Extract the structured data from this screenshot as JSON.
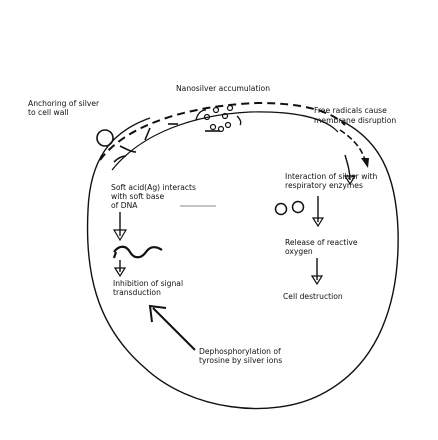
{
  "diagram": {
    "labels": {
      "nanosilver_accumulation": "Nanosilver accumulation",
      "anchoring_line1": "Anchoring of silver",
      "anchoring_line2": "to cell wall",
      "free_radicals_line1": "Free radicals cause",
      "free_radicals_line2": "membrane disruption",
      "soft_acid_line1": "Soft acid(Ag) interacts",
      "soft_acid_line2": "with soft base",
      "soft_acid_line3": "of DNA",
      "interaction_line1": "Interaction of silver with",
      "interaction_line2": "respiratory enzymes",
      "release_line1": "Release of reactive",
      "release_line2": "oxygen",
      "inhibition_line1": "Inhibition of signal",
      "inhibition_line2": "transduction",
      "cell_destruction": "Cell destruction",
      "dephos_line1": "Dephosphorylation of",
      "dephos_line2": "tyrosine by silver ions"
    },
    "colors": {
      "ink": "#111111",
      "background": "#ffffff"
    }
  }
}
